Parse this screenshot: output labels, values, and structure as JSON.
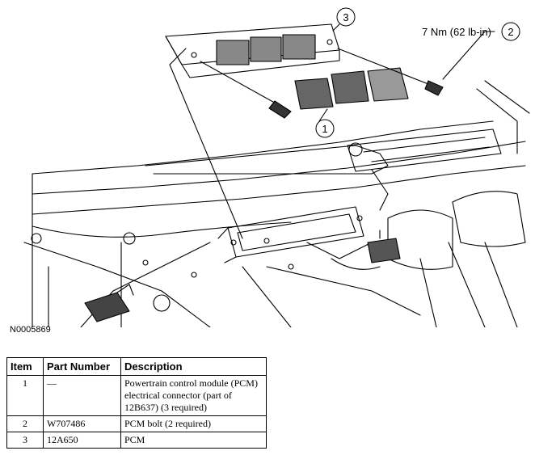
{
  "callouts": {
    "c1": "1",
    "c2": "2",
    "c3": "3",
    "torque": "7 Nm (62 lb-in)"
  },
  "figure_id": "N0005869",
  "table": {
    "headers": [
      "Item",
      "Part Number",
      "Description"
    ],
    "rows": [
      {
        "item": "1",
        "part": "—",
        "desc": "Powertrain control module (PCM) electrical connector (part of 12B637) (3 required)"
      },
      {
        "item": "2",
        "part": "W707486",
        "desc": "PCM bolt (2 required)"
      },
      {
        "item": "3",
        "part": "12A650",
        "desc": "PCM"
      }
    ]
  }
}
